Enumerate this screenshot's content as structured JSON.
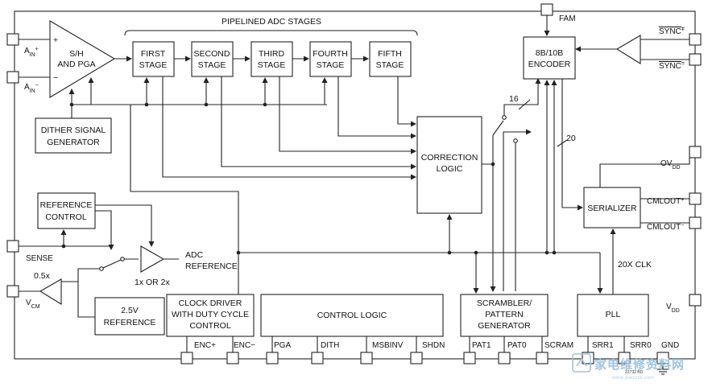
{
  "diagram": {
    "stages_label": "PIPELINED ADC STAGES",
    "inputs": {
      "ain_plus": "AIN+",
      "ain_minus": "AIN−",
      "sense": "SENSE",
      "vcm": "VCM",
      "fam": "FAM",
      "sync_plus": "SYNC+",
      "sync_minus": "SYNC−",
      "ovdd": "OVDD",
      "cmlout_plus": "CMLOUT+",
      "cmlout_minus": "CMLOUT−",
      "vdd": "VDD"
    },
    "blocks": {
      "sh_pga": [
        "S/H",
        "AND PGA"
      ],
      "dither_gen": [
        "DITHER SIGNAL",
        "GENERATOR"
      ],
      "stage1": [
        "FIRST",
        "STAGE"
      ],
      "stage2": [
        "SECOND",
        "STAGE"
      ],
      "stage3": [
        "THIRD",
        "STAGE"
      ],
      "stage4": [
        "FOURTH",
        "STAGE"
      ],
      "stage5": [
        "FIFTH",
        "STAGE"
      ],
      "correction": [
        "CORRECTION",
        "LOGIC"
      ],
      "encoder": [
        "8B/10B",
        "ENCODER"
      ],
      "serializer": [
        "SERIALIZER"
      ],
      "ref_control": [
        "REFERENCE",
        "CONTROL"
      ],
      "ref_25": [
        "2.5V",
        "REFERENCE"
      ],
      "clock_driver": [
        "CLOCK DRIVER",
        "WITH DUTY CYCLE",
        "CONTROL"
      ],
      "control_logic": [
        "CONTROL LOGIC"
      ],
      "scrambler": [
        "SCRAMBLER/",
        "PATTERN",
        "GENERATOR"
      ],
      "pll": [
        "PLL"
      ]
    },
    "annotations": {
      "bus16": "16",
      "bus20": "20",
      "adc_ref": [
        "ADC",
        "REFERENCE"
      ],
      "gain": "1x OR 2x",
      "half": "0.5x",
      "clk20x": "20X CLK",
      "plus": "+",
      "minus": "−",
      "figure_id": "22732 BD"
    },
    "bottom_pins": [
      "ENC+",
      "ENC−",
      "PGA",
      "DITH",
      "MSBINV",
      "SHDN",
      "PAT1",
      "PAT0",
      "SCRAM",
      "SRR1",
      "SRR0",
      "GND"
    ],
    "watermark": {
      "text": "家电维修资料网",
      "url": "www.jdwxzlw.com"
    }
  }
}
